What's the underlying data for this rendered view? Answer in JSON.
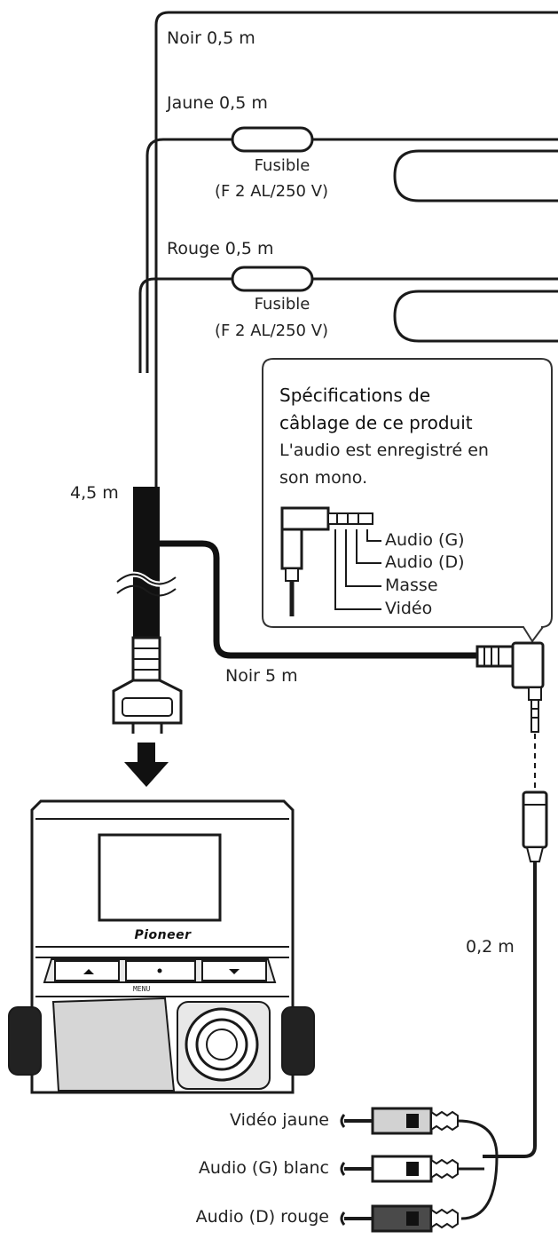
{
  "wires": {
    "black_top": "Noir  0,5 m",
    "yellow": "Jaune  0,5 m",
    "fuse1_label": "Fusible",
    "fuse1_rating": "(F 2 AL/250 V)",
    "red": "Rouge  0,5 m",
    "fuse2_label": "Fusible",
    "fuse2_rating": "(F 2 AL/250 V)",
    "main_cable_length": "4,5 m",
    "black_av_cable": "Noir  5 m",
    "adapter_length": "0,2 m"
  },
  "callout": {
    "title_line1": "Spécifications de",
    "title_line2": "câblage de ce produit",
    "body_line1": "L'audio est enregistré en",
    "body_line2": "son mono.",
    "plug_pins": [
      "Audio (G)",
      "Audio (D)",
      "Masse",
      "Vidéo"
    ]
  },
  "device": {
    "brand": "Pioneer",
    "mode_label": "MENU"
  },
  "rca_outputs": [
    {
      "label": "Vidéo jaune",
      "color": "#d2d2d2"
    },
    {
      "label": "Audio (G) blanc",
      "color": "#ffffff"
    },
    {
      "label": "Audio (D) rouge",
      "color": "#4a4a4a"
    }
  ],
  "colors": {
    "line": "#1a1a1a",
    "callout_border": "#333333"
  }
}
